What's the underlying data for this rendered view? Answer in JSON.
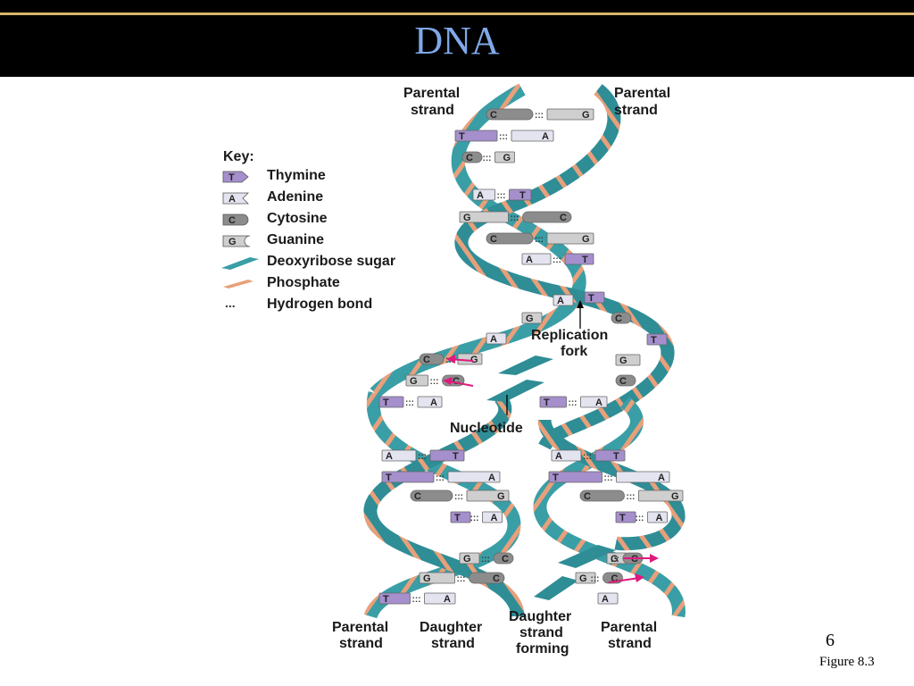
{
  "slide": {
    "title": "DNA",
    "number": "6",
    "figure_ref": "Figure 8.3"
  },
  "colors": {
    "title_bar": "#000000",
    "title_text": "#7fa9e8",
    "accent_line": "#d9b56a",
    "sugar": "#3a9ea6",
    "phosphate": "#e8a07a",
    "thymine": "#a58fcc",
    "adenine": "#e4e4f0",
    "cytosine": "#8c8c8c",
    "guanine": "#cfcfcf",
    "new_nucleotide_arrow": "#e0197d"
  },
  "key": {
    "heading": "Key:",
    "items": [
      {
        "icon": "thymine-icon",
        "letter": "T",
        "label": "Thymine"
      },
      {
        "icon": "adenine-icon",
        "letter": "A",
        "label": "Adenine"
      },
      {
        "icon": "cytosine-icon",
        "letter": "C",
        "label": "Cytosine"
      },
      {
        "icon": "guanine-icon",
        "letter": "G",
        "label": "Guanine"
      },
      {
        "icon": "sugar-icon",
        "letter": "",
        "label": "Deoxyribose sugar"
      },
      {
        "icon": "phosphate-icon",
        "letter": "",
        "label": "Phosphate"
      },
      {
        "icon": "hbond-icon",
        "letter": "...",
        "label": "Hydrogen bond"
      }
    ]
  },
  "labels": {
    "parental_top_left": [
      "Parental",
      "strand"
    ],
    "parental_top_right": [
      "Parental",
      "strand"
    ],
    "replication_fork": [
      "Replication",
      "fork"
    ],
    "nucleotide": "Nucleotide",
    "bottom_parental_left": [
      "Parental",
      "strand"
    ],
    "bottom_daughter": [
      "Daughter",
      "strand"
    ],
    "bottom_daughter_forming": [
      "Daughter",
      "strand",
      "forming"
    ],
    "bottom_parental_right": [
      "Parental",
      "strand"
    ]
  },
  "base_pairs": {
    "top": [
      [
        "C",
        "G"
      ],
      [
        "T",
        "A"
      ],
      [
        "C",
        "G"
      ],
      [
        "A",
        "T"
      ],
      [
        "G",
        "C"
      ],
      [
        "C",
        "G"
      ],
      [
        "A",
        "T"
      ]
    ],
    "fork_left": [
      [
        "A",
        ""
      ],
      [
        "G",
        ""
      ],
      [
        "A",
        ""
      ],
      [
        "C",
        "G"
      ],
      [
        "G",
        "C"
      ],
      [
        "T",
        "A"
      ]
    ],
    "fork_right": [
      [
        "T",
        ""
      ],
      [
        "C",
        ""
      ],
      [
        "T",
        ""
      ],
      [
        "G",
        ""
      ],
      [
        "C",
        ""
      ],
      [
        "T",
        "A"
      ]
    ],
    "left_helix": [
      [
        "A",
        "T"
      ],
      [
        "T",
        "A"
      ],
      [
        "C",
        "G"
      ],
      [
        "T",
        "A"
      ],
      [
        "G",
        "C"
      ],
      [
        "G",
        "C"
      ],
      [
        "T",
        "A"
      ]
    ],
    "right_helix": [
      [
        "A",
        "T"
      ],
      [
        "T",
        "A"
      ],
      [
        "C",
        "G"
      ],
      [
        "T",
        "A"
      ],
      [
        "G",
        "C"
      ],
      [
        "G",
        "C"
      ],
      [
        "A",
        ""
      ]
    ]
  }
}
